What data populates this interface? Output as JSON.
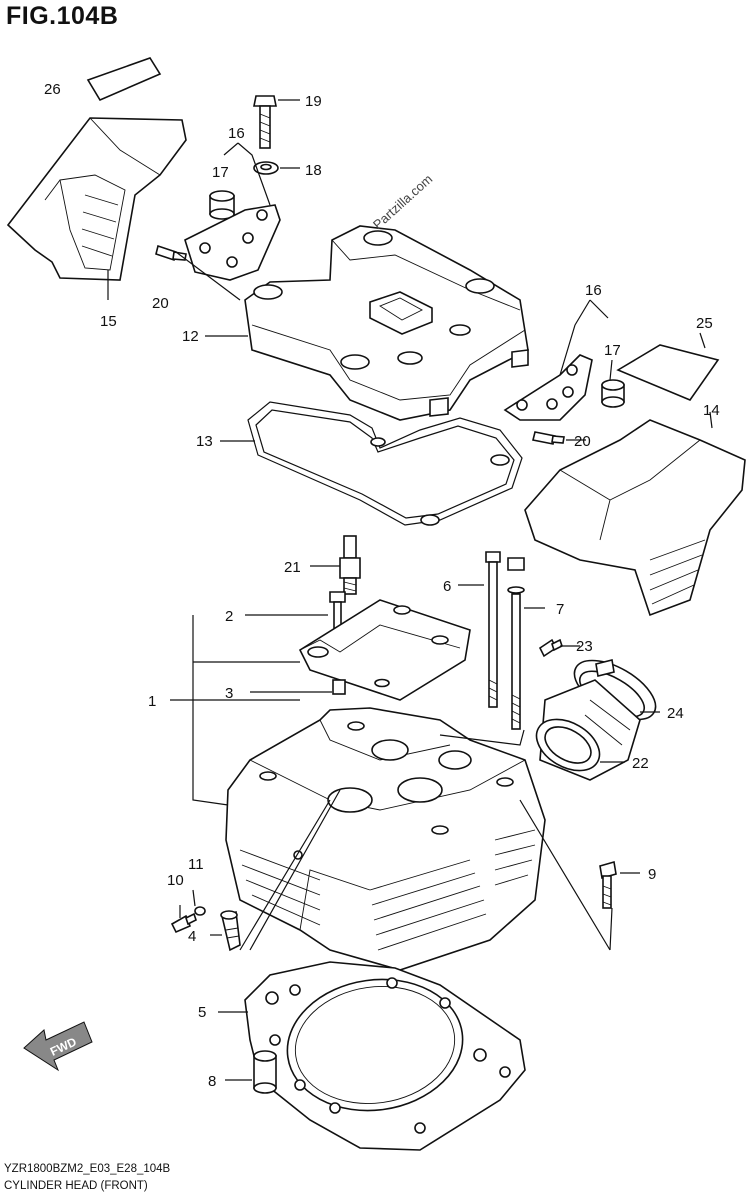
{
  "figure": {
    "title": "FIG.104B",
    "watermark": "Partzilla.com",
    "fwd_label": "FWD",
    "footer_code": "YZR1800BZM2_E03_E28_104B",
    "footer_caption": "CYLINDER HEAD (FRONT)"
  },
  "callouts": {
    "c1": "1",
    "c2": "2",
    "c3": "3",
    "c4": "4",
    "c5": "5",
    "c6": "6",
    "c7": "7",
    "c8": "8",
    "c9": "9",
    "c10": "10",
    "c11": "11",
    "c12": "12",
    "c13": "13",
    "c14": "14",
    "c15": "15",
    "c16a": "16",
    "c16b": "16",
    "c17a": "17",
    "c17b": "17",
    "c18": "18",
    "c19": "19",
    "c20a": "20",
    "c20b": "20",
    "c21": "21",
    "c22": "22",
    "c23": "23",
    "c24": "24",
    "c25": "25",
    "c26": "26"
  },
  "colors": {
    "line": "#111111",
    "background": "#ffffff"
  }
}
